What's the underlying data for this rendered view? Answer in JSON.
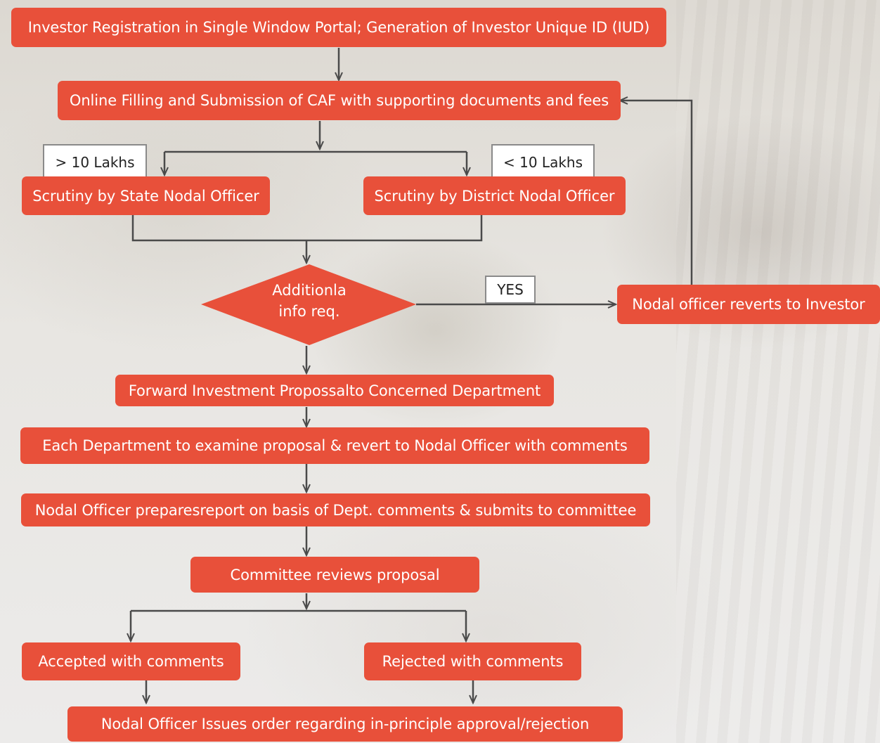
{
  "steps": {
    "registration": "Investor Registration in Single Window Portal; Generation of Investor Unique ID (IUD)",
    "caf": "Online Filling and Submission of CAF with supporting documents and fees",
    "state_scrutiny": "Scrutiny by State Nodal Officer",
    "district_scrutiny": "Scrutiny by District Nodal Officer",
    "decision_line1": "Additionla",
    "decision_line2": "info req.",
    "reverts": "Nodal officer reverts to Investor",
    "forward": "Forward Investment Propossalto Concerned Department",
    "examine": "Each Department to examine proposal & revert to Nodal Officer with comments",
    "report": "Nodal Officer preparesreport on basis of Dept. comments & submits to committee",
    "committee": "Committee reviews proposal",
    "accepted": "Accepted with comments",
    "rejected": "Rejected with comments",
    "order": "Nodal Officer Issues order regarding in-principle approval/rejection"
  },
  "labels": {
    "above": "> 10 Lakhs",
    "below": "< 10 Lakhs",
    "yes": "YES"
  },
  "colors": {
    "box": "#e8503a",
    "connector": "#4a4a4a",
    "label_border": "#8a8a8a"
  }
}
